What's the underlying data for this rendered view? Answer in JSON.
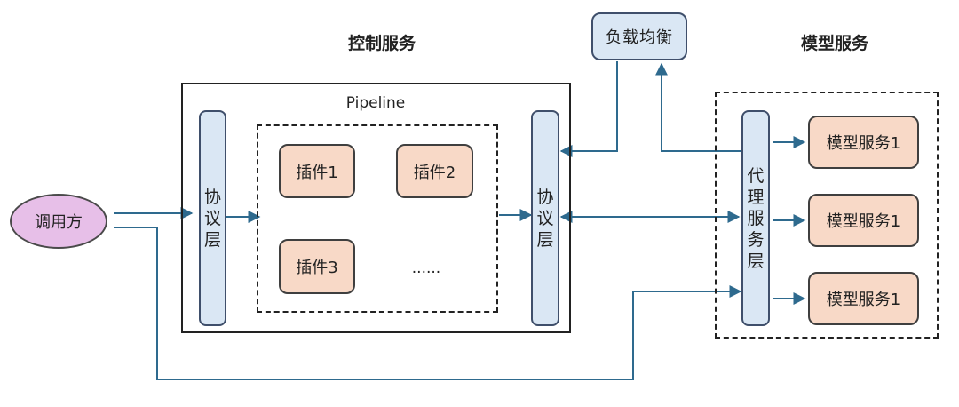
{
  "titles": {
    "control": "控制服务",
    "model": "模型服务"
  },
  "pipeline": {
    "label": "Pipeline",
    "plugins": [
      "插件1",
      "插件2",
      "插件3"
    ],
    "ellipsis": "......"
  },
  "caller": {
    "label": "调用方"
  },
  "protocol_layer": {
    "left": "协议层",
    "right": "协议层"
  },
  "load_balancer": {
    "label": "负载均衡"
  },
  "proxy_layer": {
    "label": "代理服务层"
  },
  "models": [
    "模型服务1",
    "模型服务1",
    "模型服务1"
  ],
  "colors": {
    "line": "#2e6a8e",
    "blue_fill": "#dae7f4",
    "orange_fill": "#f8d9c7",
    "caller_fill": "#e7bfe8"
  }
}
